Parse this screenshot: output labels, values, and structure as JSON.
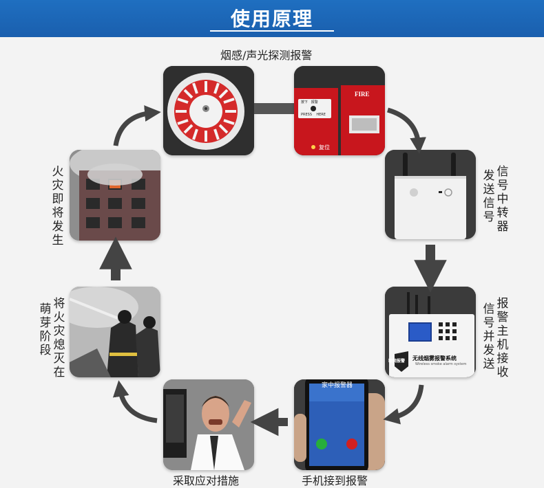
{
  "header": {
    "title": "使用原理"
  },
  "steps": {
    "detect": "烟感/声光探测报警",
    "relay_a": "发送信号",
    "relay_b": "信号中转器",
    "host_a": "信号并发送",
    "host_b": "报警主机接收",
    "phone": "手机接到报警",
    "measures": "采取应对措施",
    "extinguish_a": "萌芽阶段",
    "extinguish_b": "将火灾熄灭在",
    "fire": "火灾即将发生"
  },
  "device_labels": {
    "call_point_top": "按下   报警",
    "call_point_bottom": "PRESS    HERE",
    "reset": "复位",
    "fire_sign": "FIRE",
    "host_brand": "联网报警",
    "host_name": "无线烟雾报警系统",
    "host_name_en": "Wireless smoke alarm system",
    "phone_caller": "家中报警器"
  },
  "colors": {
    "header": "#1f6fc0",
    "arrow": "#444444",
    "alarm_red": "#c8161d"
  }
}
